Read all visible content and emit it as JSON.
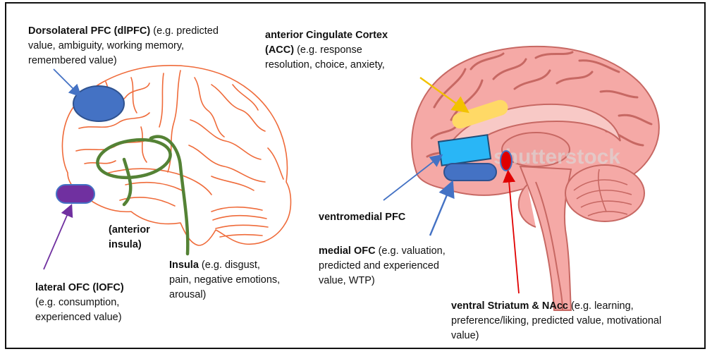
{
  "labels": {
    "dlpfc": {
      "bold": "Dorsolateral PFC (dlPFC)",
      "text": " (e.g. predicted value, ambiguity, working memory, remembered value)"
    },
    "acc": {
      "bold": "anterior Cingulate Cortex (ACC)",
      "text": " (e.g. response resolution, choice, anxiety,"
    },
    "lofc": {
      "bold": "lateral OFC (lOFC)",
      "text": " (e.g. consumption, experienced value)"
    },
    "anterior_insula": {
      "bold": "(anterior insula)",
      "text": ""
    },
    "insula": {
      "bold": "Insula",
      "text": " (e.g. disgust, pain, negative emotions, arousal)"
    },
    "vmpfc": {
      "bold": "ventromedial PFC",
      "text": ""
    },
    "mofc": {
      "bold": "medial OFC",
      "text": " (e.g. valuation, predicted and experienced value, WTP)"
    },
    "vs": {
      "bold": "ventral Striatum & NAcc",
      "text": " (e.g. learning, preference/liking, predicted value, motivational value)"
    }
  },
  "watermark": "shutterstock",
  "colors": {
    "cortex_outline": "#ef6b3a",
    "sagittal_fill": "#f5a9a6",
    "sagittal_dark": "#c76863",
    "dlpfc": "#4472c4",
    "acc": "#ffd966",
    "vmpfc": "#29b6f6",
    "mofc": "#4472c4",
    "lofc": "#7030a0",
    "insula": "#548235",
    "vs": "#e00000"
  }
}
